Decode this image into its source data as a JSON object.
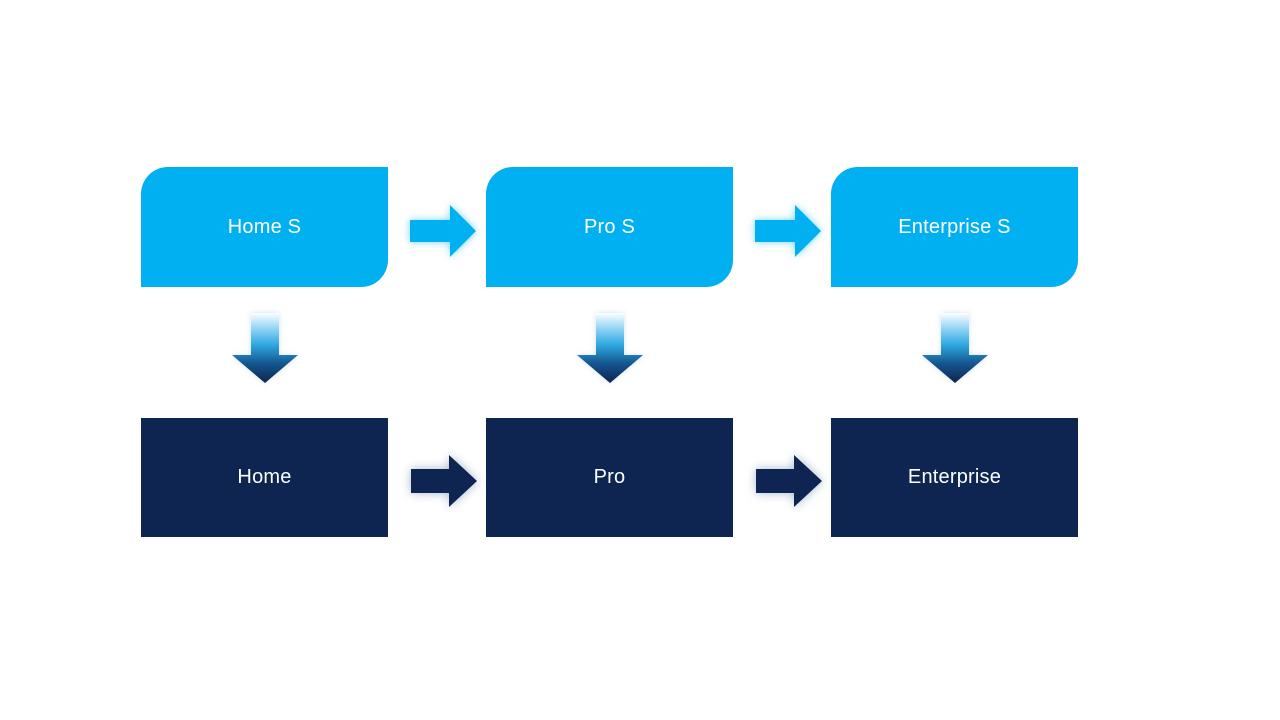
{
  "slide": {
    "background_color": "#FFFFFF",
    "kind": "smartart-process-diagram"
  },
  "diagram": {
    "columns": [
      {
        "top": {
          "label": "Home S"
        },
        "bottom": {
          "label": "Home"
        }
      },
      {
        "top": {
          "label": "Pro S"
        },
        "bottom": {
          "label": "Pro"
        }
      },
      {
        "top": {
          "label": "Enterprise S"
        },
        "bottom": {
          "label": "Enterprise"
        }
      }
    ],
    "colors": {
      "top_box_fill": "#00B0F0",
      "bottom_box_fill": "#0D2550",
      "label_text": "#FFFFFF",
      "top_arrow_fill": "#00B0F0",
      "bottom_arrow_fill": "#0D2550",
      "down_arrow_gradient_top": "#FFFFFF",
      "down_arrow_gradient_mid": "#2FA9E1",
      "down_arrow_gradient_bottom": "#0D2550"
    }
  }
}
